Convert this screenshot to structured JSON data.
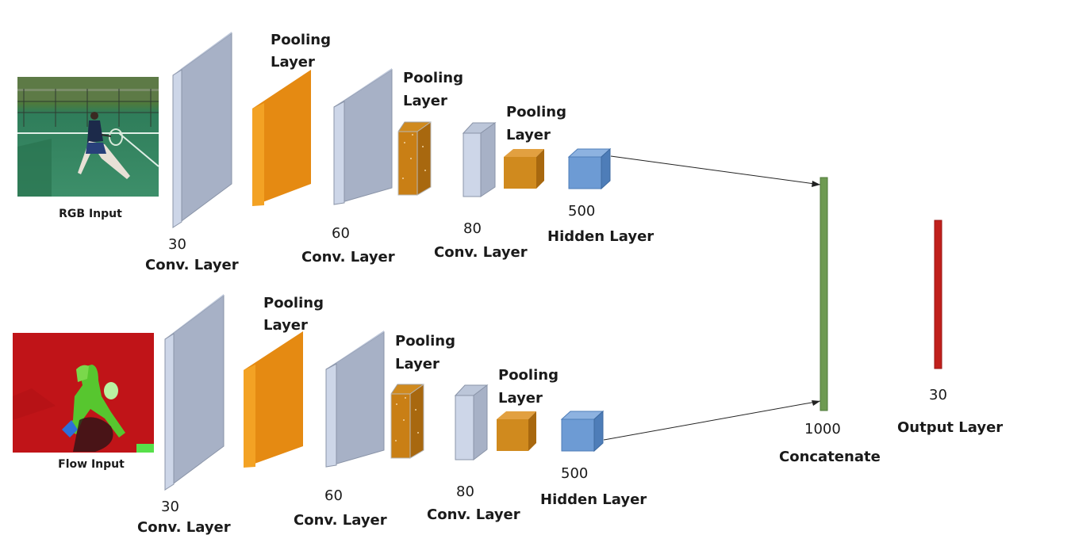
{
  "colors": {
    "conv_front": "#cdd6e8",
    "conv_face": "#a7b1c6",
    "conv_edge": "#bcc6d9",
    "pool_front": "#f3a224",
    "pool_face": "#e58a12",
    "pool_side": "#d07b0a",
    "pool_small_face": "#d08a1e",
    "pool_small_side": "#a8680f",
    "hidden_front": "#6d9bd4",
    "hidden_top": "#8db2e0",
    "hidden_side": "#4e7db8",
    "concat": "#6e9a52",
    "output": "#c0201c",
    "line": "#222222"
  },
  "streams": {
    "rgb": {
      "input_label": "RGB Input",
      "conv1": {
        "size": "30",
        "label": "Conv. Layer"
      },
      "pool1": {
        "label_line1": "Pooling",
        "label_line2": "Layer"
      },
      "conv2": {
        "size": "60",
        "label": "Conv. Layer"
      },
      "pool2": {
        "label_line1": "Pooling",
        "label_line2": "Layer"
      },
      "conv3": {
        "size": "80",
        "label": "Conv. Layer"
      },
      "pool3": {
        "label_line1": "Pooling",
        "label_line2": "Layer"
      },
      "hidden": {
        "size": "500",
        "label": "Hidden Layer"
      }
    },
    "flow": {
      "input_label": "Flow Input",
      "conv1": {
        "size": "30",
        "label": "Conv. Layer"
      },
      "pool1": {
        "label_line1": "Pooling",
        "label_line2": "Layer"
      },
      "conv2": {
        "size": "60",
        "label": "Conv. Layer"
      },
      "pool2": {
        "label_line1": "Pooling",
        "label_line2": "Layer"
      },
      "conv3": {
        "size": "80",
        "label": "Conv. Layer"
      },
      "pool3": {
        "label_line1": "Pooling",
        "label_line2": "Layer"
      },
      "hidden": {
        "size": "500",
        "label": "Hidden Layer"
      }
    }
  },
  "concat": {
    "size": "1000",
    "label": "Concatenate"
  },
  "output": {
    "size": "30",
    "label": "Output Layer"
  }
}
